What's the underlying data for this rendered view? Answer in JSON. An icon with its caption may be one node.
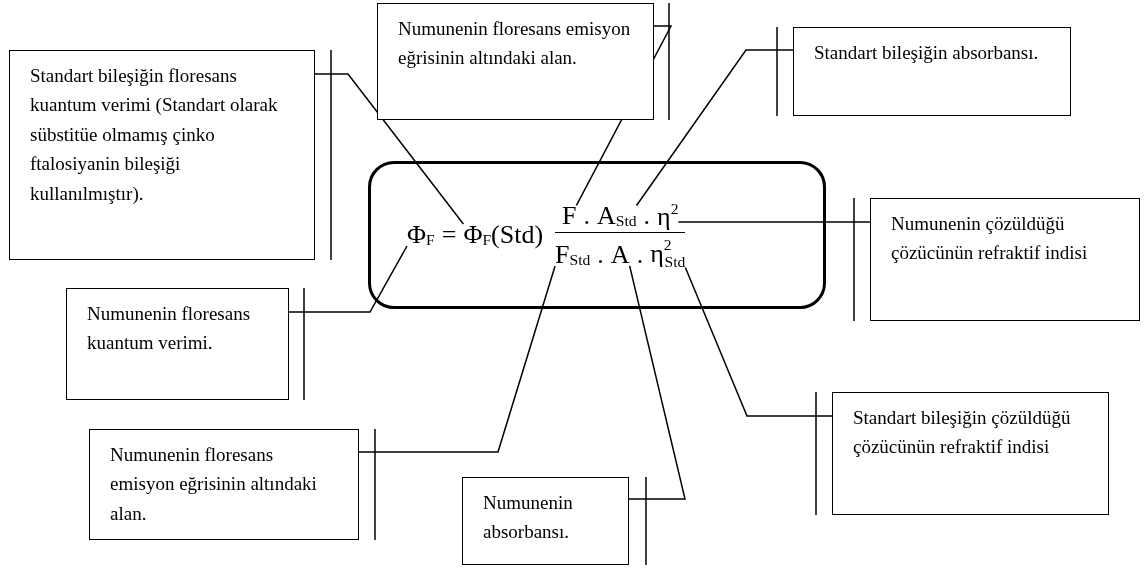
{
  "diagram": {
    "nodes": [
      {
        "text": [
          "Numunenin floresans emisyon eğrisinin altındaki alan."
        ]
      },
      {
        "text": [
          "Standart bileşiğin absorbansı."
        ]
      },
      {
        "text": [
          "Standart bileşiğin floresans kuantum verimi (Standart olarak sübstitüe olmamış çinko ftalosiyanin bileşiği kullanılmıştır)."
        ]
      },
      {
        "text": [],
        "shape": "box"
      },
      {
        "text": [
          "Φ$_{F}$"
        ],
        "in": 3
      },
      {
        "text": [
          "Φ$_{F}$(Std)"
        ],
        "in": 3
      },
      {
        "text": [
          "F"
        ],
        "in": 3
      },
      {
        "text": [
          "A$_{Std}$"
        ],
        "in": 3
      },
      {
        "text": [
          "η$^{2}$"
        ],
        "in": 3
      },
      {
        "text": [
          "F$_{Std}$"
        ],
        "in": 3
      },
      {
        "text": [
          "A"
        ],
        "in": 3
      },
      {
        "text": [
          "η$^{2}$$_{Std}$"
        ],
        "in": 3
      },
      {
        "text": [
          "Numunenin çözüldüğü çözücünün refraktif indisi"
        ]
      },
      {
        "text": [
          "Numunenin floresans kuantum verimi."
        ]
      },
      {
        "text": [
          "Standart bileşiğin çözüldüğü çözücünün refraktif indisi"
        ]
      },
      {
        "text": [
          "Numunenin floresans emisyon eğrisinin altındaki alan."
        ]
      },
      {
        "text": [
          "Numunenin absorbansı."
        ]
      }
    ],
    "edges": [
      {
        "from": 2,
        "to": 5,
        "arrow": "none"
      },
      {
        "from": 0,
        "to": 6,
        "arrow": "none"
      },
      {
        "from": 1,
        "to": 7,
        "arrow": "none"
      },
      {
        "from": 12,
        "to": 8,
        "arrow": "none"
      },
      {
        "from": 13,
        "to": 4,
        "arrow": "none"
      },
      {
        "from": 15,
        "to": 9,
        "arrow": "none"
      },
      {
        "from": 16,
        "to": 10,
        "arrow": "none"
      },
      {
        "from": 14,
        "to": 11,
        "arrow": "none"
      }
    ],
    "labels": [
      "=",
      ".",
      ".",
      ".",
      "."
    ]
  }
}
